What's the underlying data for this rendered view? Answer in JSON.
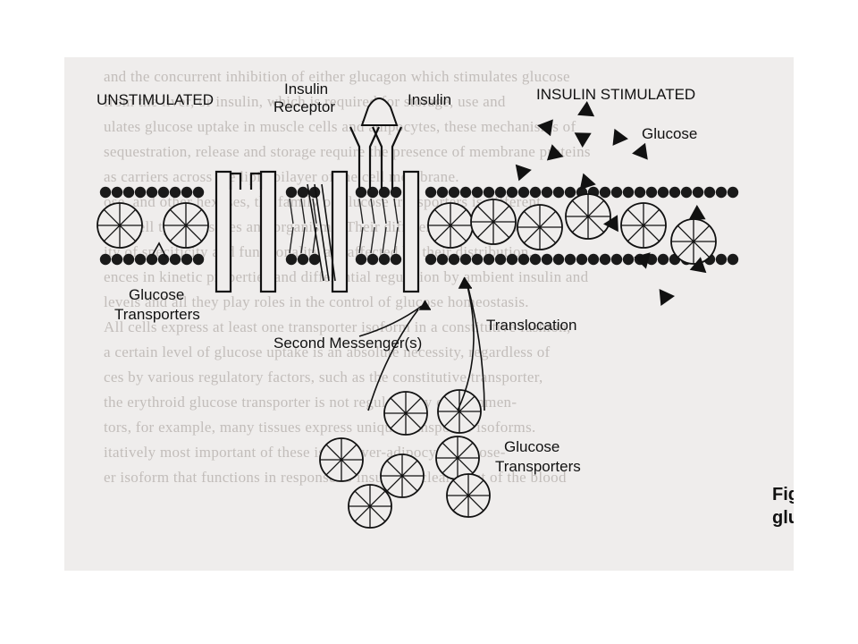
{
  "labels": {
    "unstimulated": "UNSTIMULATED",
    "insulin_receptor_line1": "Insulin",
    "insulin_receptor_line2": "Receptor",
    "insulin": "Insulin",
    "insulin_stimulated": "INSULIN STIMULATED",
    "glucose": "Glucose",
    "glucose_transporters_left_line1": "Glucose",
    "glucose_transporters_left_line2": "Transporters",
    "translocation": "Translocation",
    "second_messengers": "Second Messenger(s)",
    "glucose_transporters_bottom_line1": "Glucose",
    "glucose_transporters_bottom_line2": "Transporters"
  },
  "figure_caption": {
    "line1": "Fig",
    "line2": "glu"
  },
  "background_text": [
    "and the concurrent inhibition of either glucagon which stimulates glucose",
    "from the liver, or insulin, which is required for storage, use and",
    "ulates glucose uptake in muscle cells and adipocytes, these mechanisms of",
    "sequestration, release and storage require the presence of membrane proteins",
    "as carriers across the lipid bilayer of the cell membrane.",
    "ose, and other hexoses, the family of glucose transporters is different,",
    "s of cell types, tissues and organisms. Their differential expression",
    "ity of specificity and functionality are affected by their distribution,",
    "ences in kinetic properties and differential regulation by ambient insulin and",
    "levels and all they play roles in the control of glucose homeostasis.",
    "All cells express at least one transporter isoform in a constitutive fashion,",
    "a certain level of glucose uptake is an absolute necessity, regardless of",
    "ces by various regulatory factors, such as the constitutive transporter,",
    "the erythroid glucose transporter is not regulated by environmen-",
    "tors, for example, many tissues express unique transporter isoforms.",
    "itatively most important of these is the liver-adipocyte glucose-",
    "er isoform that functions in response to insulin to clear most of the blood"
  ]
}
